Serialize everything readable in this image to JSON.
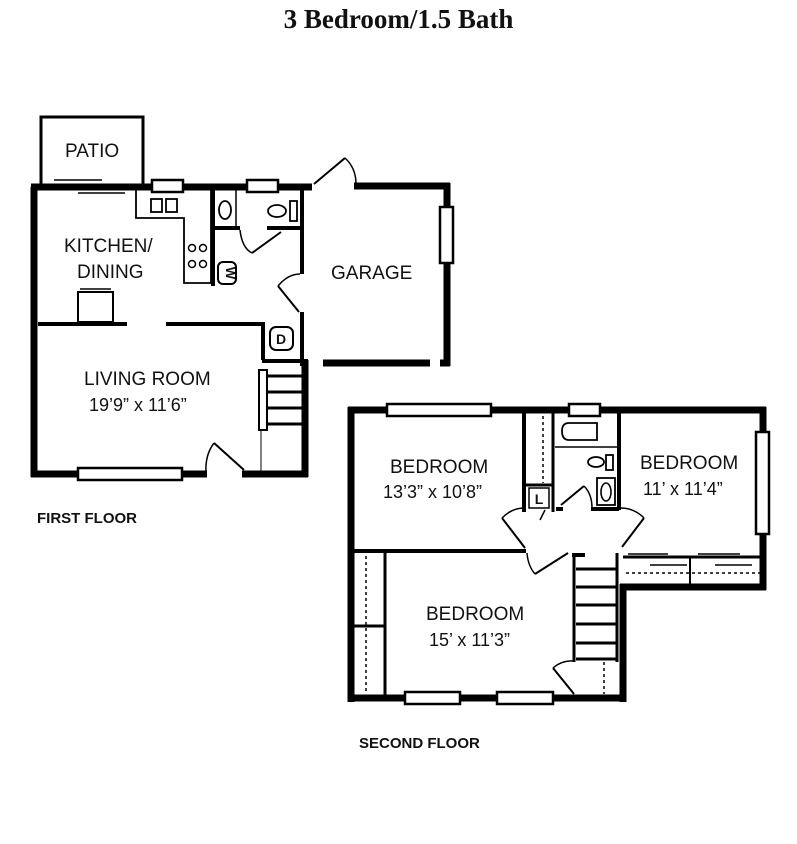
{
  "title": "3 Bedroom/1.5 Bath",
  "first_floor": {
    "label": "FIRST FLOOR",
    "rooms": {
      "patio": {
        "name": "PATIO"
      },
      "kitchen": {
        "name_line1": "KITCHEN/",
        "name_line2": "DINING"
      },
      "garage": {
        "name": "GARAGE"
      },
      "living": {
        "name": "LIVING ROOM",
        "dimensions": "19’9” x 11’6”"
      }
    },
    "appliances": {
      "washer": "W",
      "dryer": "D"
    }
  },
  "second_floor": {
    "label": "SECOND FLOOR",
    "rooms": {
      "bedroom_1": {
        "name": "BEDROOM",
        "dimensions": "13’3” x 10’8”"
      },
      "bedroom_2": {
        "name": "BEDROOM",
        "dimensions": "11’ x 11’4”"
      },
      "bedroom_3": {
        "name": "BEDROOM",
        "dimensions": "15’ x 11’3”"
      }
    },
    "linen_closet": "L"
  }
}
